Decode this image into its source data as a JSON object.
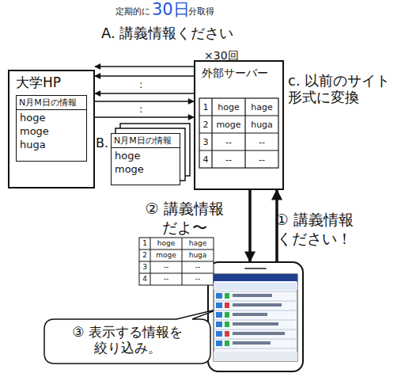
{
  "diagram": {
    "nodes": [
      {
        "text": [
          "大学HP"
        ]
      },
      {
        "text": [
          "N月M日の情報",
          "hoge moge huga"
        ],
        "in": 0
      },
      {
        "text": [
          "外部サーバー"
        ]
      },
      {
        "text": [
          "N月M日の情報",
          "hoge moge"
        ]
      },
      {
        "text": []
      },
      {
        "text": [
          "③ 表示する情報を 絞り込み。"
        ]
      }
    ],
    "edges": [
      {
        "from": 2,
        "to": 0,
        "arrow": "to"
      },
      {
        "from": 2,
        "to": 0,
        "arrow": "to"
      },
      {
        "from": 2,
        "to": 0,
        "arrow": "to"
      },
      {
        "from": 0,
        "to": 2,
        "arrow": "to"
      },
      {
        "from": 0,
        "to": 2,
        "arrow": "to"
      },
      {
        "from": 2,
        "to": 4,
        "arrow": "to",
        "label": "② 講義情報 だよ〜"
      },
      {
        "from": 4,
        "to": 2,
        "arrow": "to",
        "label": "① 講義情報 ください！"
      }
    ],
    "labels": [
      "定期的に",
      "30日",
      "分取得",
      "A. 講義情報ください",
      "×30回",
      ":",
      ":",
      "B.",
      "c. 以前のサイト 形式に変換",
      "1",
      "hoge",
      "hage",
      "2",
      "moge",
      "huga",
      "3",
      "--",
      "--",
      "4",
      "--",
      "--",
      "1",
      "hoge",
      "hage",
      "2",
      "moge",
      "huga",
      "3",
      "--",
      "--",
      "4",
      "--",
      "--"
    ]
  }
}
